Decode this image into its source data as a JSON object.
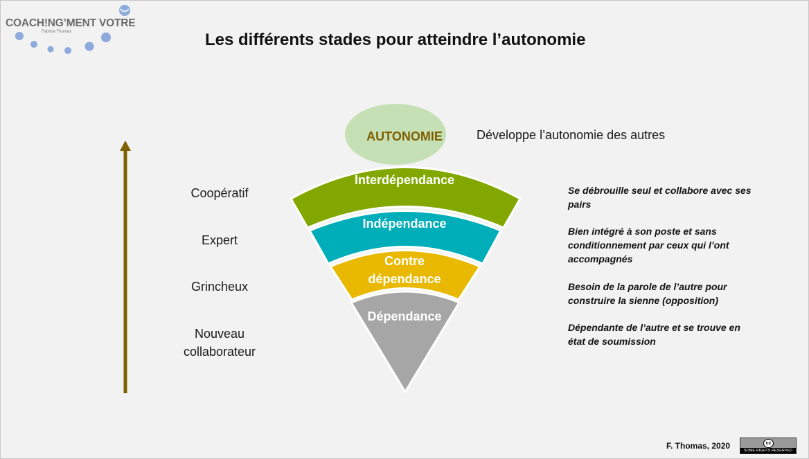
{
  "logo": {
    "text": "COACH!NG’MENT VOTRE",
    "subtitle": "Fabrice Thomas"
  },
  "title": "Les différents stades pour atteindre l’autonomie",
  "stages": [
    {
      "funnel_label": "AUTONOMIE",
      "color": "#c5e0b4",
      "text_color": "#7f5f00"
    },
    {
      "funnel_label": "Interdépendance",
      "color": "#82a800",
      "text_color": "#ffffff"
    },
    {
      "funnel_label": "Indépendance",
      "color": "#00aeb9",
      "text_color": "#ffffff"
    },
    {
      "funnel_label_line1": "Contre",
      "funnel_label_line2": "dépendance",
      "color": "#e8b900",
      "text_color": "#ffffff"
    },
    {
      "funnel_label": "Dépendance",
      "color": "#a6a6a6",
      "text_color": "#ffffff"
    }
  ],
  "profiles": {
    "cooperatif": "Coopératif",
    "expert": "Expert",
    "grincheux": "Grincheux",
    "nouveau_line1": "Nouveau",
    "nouveau_line2": "collaborateur"
  },
  "descriptions": {
    "autonomie": "Développe l’autonomie des autres",
    "interdependance": "Se débrouille seul et collabore avec ses pairs",
    "independance": "Bien intégré à son poste et sans conditionnement par ceux qui l’ont accompagnés",
    "contre_dependance": "Besoin de la parole de l’autre pour construire la sienne (opposition)",
    "dependance": "Dépendante de l’autre et se trouve en état de soumission"
  },
  "arrow_color": "#7f6000",
  "footer": {
    "author": "F. Thomas, 2020",
    "license_icon": "cc",
    "license_text": "SOME RIGHTS RESERVED"
  }
}
